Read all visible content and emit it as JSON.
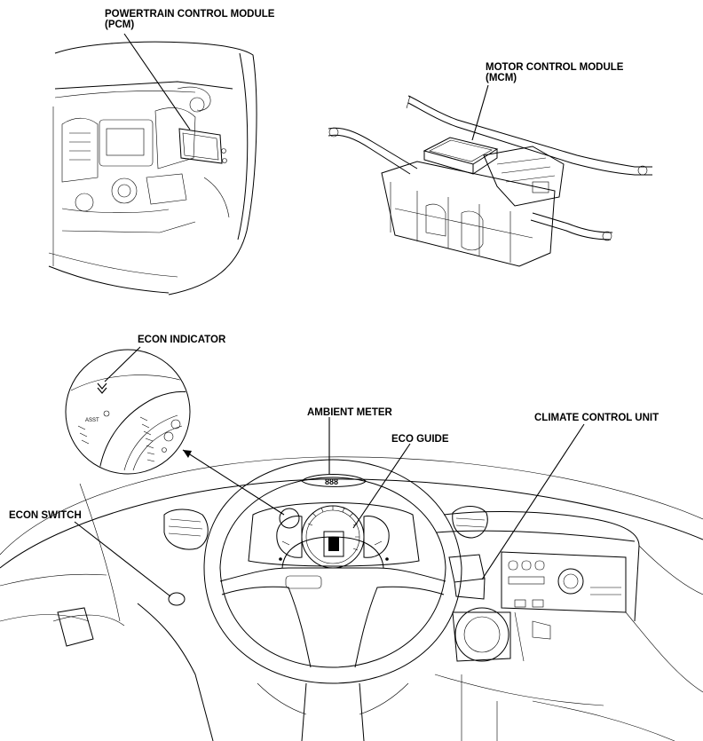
{
  "labels": {
    "pcm_line1": "POWERTRAIN CONTROL MODULE",
    "pcm_line2": "(PCM)",
    "mcm_line1": "MOTOR CONTROL MODULE",
    "mcm_line2": "(MCM)",
    "econ_indicator": "ECON INDICATOR",
    "ambient_meter": "AMBIENT METER",
    "eco_guide": "ECO GUIDE",
    "climate_control_unit": "CLIMATE CONTROL UNIT",
    "econ_switch": "ECON SWITCH"
  },
  "gauge_text": {
    "asst": "ASST",
    "ambient_digits": "888"
  },
  "colors": {
    "line": "#000000",
    "background": "#ffffff"
  }
}
